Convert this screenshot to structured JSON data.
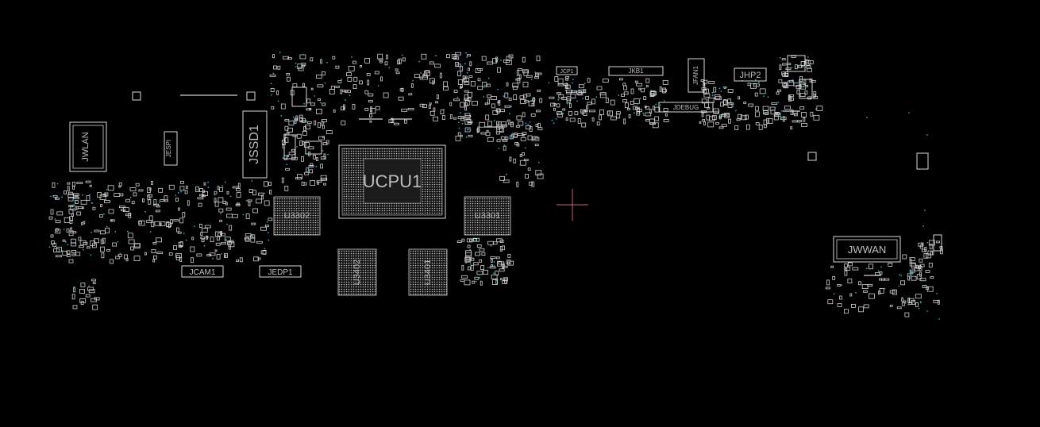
{
  "viewer": {
    "background_color": "#000000",
    "outline_color": "#d9d9d9",
    "via_color": "#2aa6c9",
    "cursor_color": "#c0607a",
    "cursor_icon": "crosshair-icon"
  },
  "components": {
    "jwlan": "JWLAN",
    "jespi": "JESPI",
    "jssd1": "JSSD1",
    "ucpu1": "UCPU1",
    "u3302": "U3302",
    "u3301": "U3301",
    "u3402": "U3402",
    "u3401": "U3401",
    "jcam1": "JCAM1",
    "jedp1": "JEDP1",
    "jcp1": "JCP1",
    "jkb1": "JKB1",
    "jfan1": "JFAN1",
    "jhp2": "JHP2",
    "jdebug": "JDEBUG",
    "jwwan": "JWWAN"
  }
}
